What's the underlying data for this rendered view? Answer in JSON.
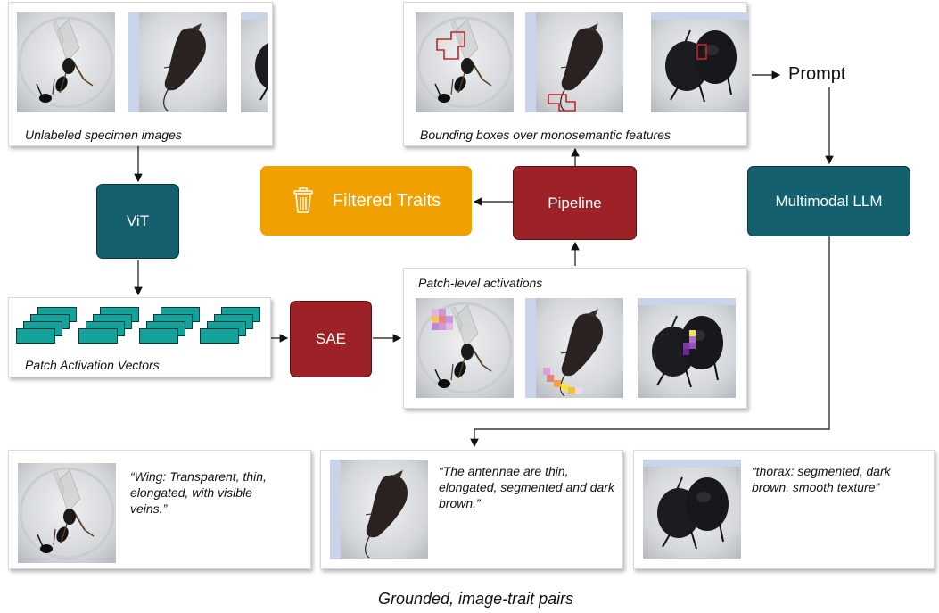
{
  "top_left_panel": {
    "caption": "Unlabeled specimen images",
    "images": [
      "wasp-specimen",
      "moth-specimen",
      "beetle-specimen"
    ]
  },
  "top_right_panel": {
    "caption": "Bounding boxes over monosemantic features",
    "images": [
      "wasp-with-boxes",
      "moth-with-boxes",
      "beetle-with-boxes"
    ]
  },
  "prompt_label": "Prompt",
  "vit_label": "ViT",
  "filtered_traits_label": "Filtered Traits",
  "pipeline_label": "Pipeline",
  "llm_label": "Multimodal LLM",
  "patch_vectors_caption": "Patch Activation Vectors",
  "sae_label": "SAE",
  "patch_activations_panel": {
    "caption": "Patch-level activations"
  },
  "results": [
    {
      "quote": "“Wing: Transparent, thin, elongated, with visible veins.”"
    },
    {
      "quote": "“The antennae are thin, elongated, segmented and dark brown.”"
    },
    {
      "quote": "“thorax: segmented, dark brown, smooth texture”"
    }
  ],
  "bottom_caption": "Grounded, image-trait pairs",
  "colors": {
    "teal": "#14606e",
    "red": "#9c2228",
    "orange": "#f0a100",
    "vector": "#13a39a"
  },
  "icons": [
    "trash-icon"
  ]
}
